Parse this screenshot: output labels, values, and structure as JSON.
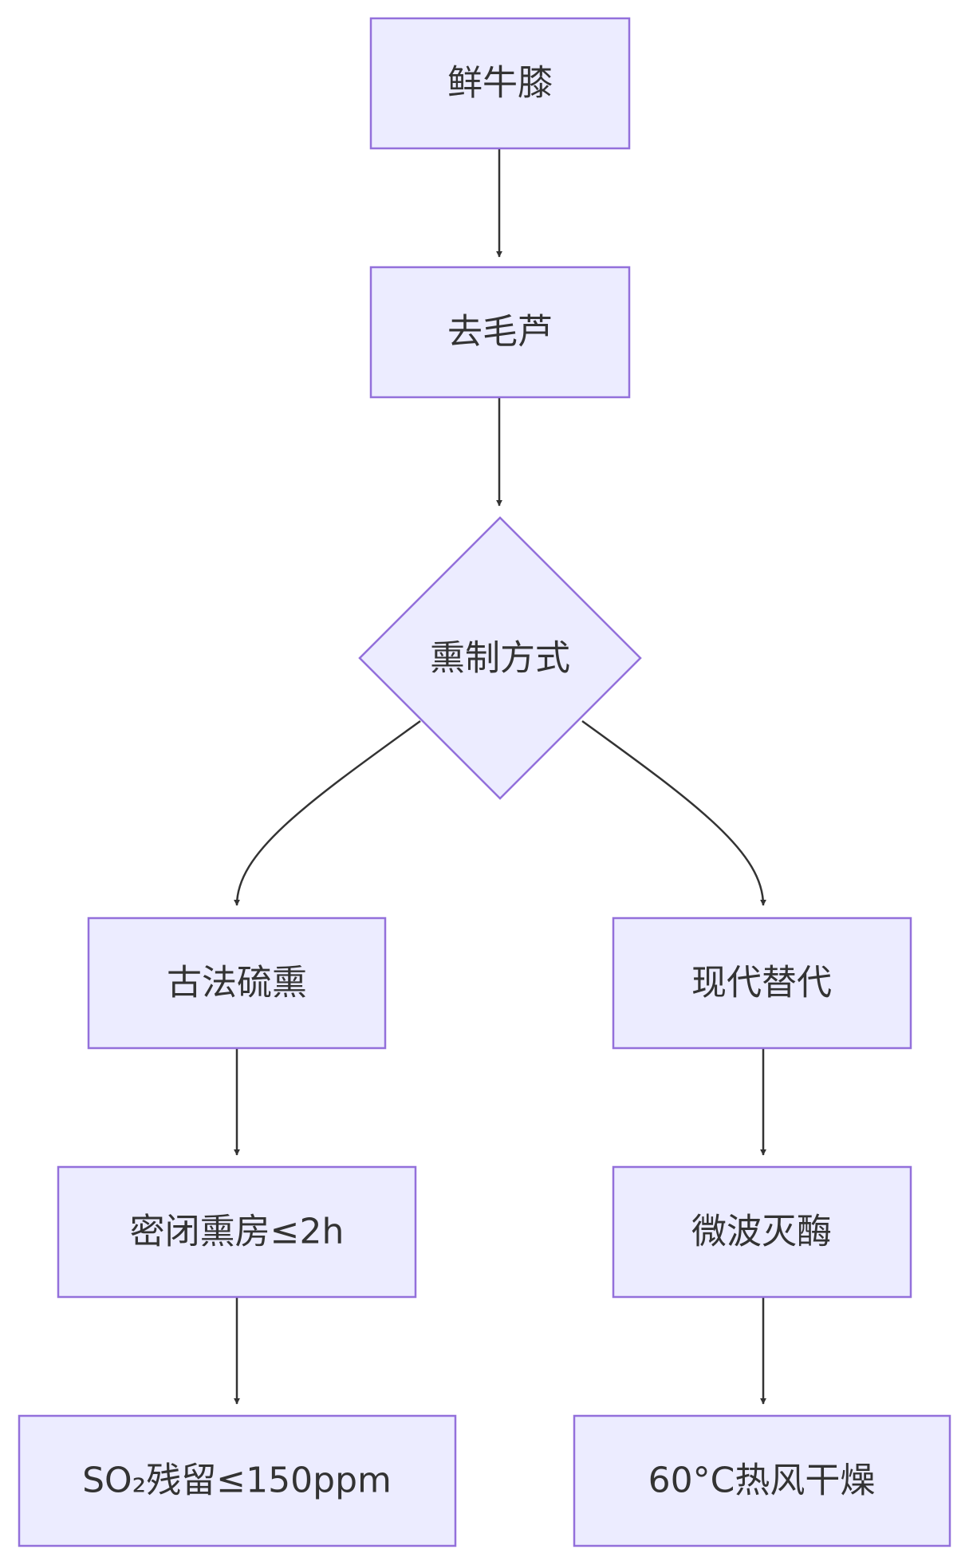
{
  "diagram": {
    "type": "flowchart",
    "colors": {
      "node_fill": "#ececff",
      "node_stroke": "#9370db",
      "edge": "#333333",
      "text": "#333333"
    },
    "nodes": {
      "fresh": "鲜牛膝",
      "remove": "去毛芦",
      "decision": "熏制方式",
      "ancient": "古法硫熏",
      "modern": "现代替代",
      "sealed": "密闭熏房≤2h",
      "microwave": "微波灭酶",
      "residue": "SO₂残留≤150ppm",
      "hotair": "60°C热风干燥"
    },
    "edges": [
      {
        "from": "fresh",
        "to": "remove"
      },
      {
        "from": "remove",
        "to": "decision"
      },
      {
        "from": "decision",
        "to": "ancient"
      },
      {
        "from": "decision",
        "to": "modern"
      },
      {
        "from": "ancient",
        "to": "sealed"
      },
      {
        "from": "modern",
        "to": "microwave"
      },
      {
        "from": "sealed",
        "to": "residue"
      },
      {
        "from": "microwave",
        "to": "hotair"
      }
    ]
  }
}
